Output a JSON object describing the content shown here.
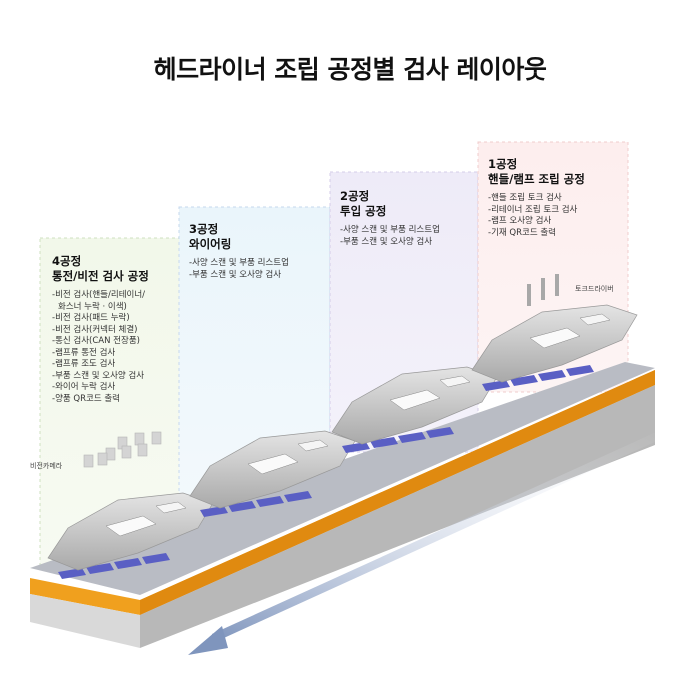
{
  "title": "헤드라이너 조립 공정별 검사 레이아웃",
  "colors": {
    "orange": "#f0a01e",
    "jig": "#5a5fc4",
    "arrow": "#7f95bd"
  },
  "stations": [
    {
      "id": "4",
      "heading1": "4공정",
      "heading2": "통전/비전 검사 공정",
      "items": [
        "-비전 검사(핸들/리테이너/",
        "화스너 누락 · 이색)",
        "-비전 검사(패드 누락)",
        "-비전 검사(커넥터 체결)",
        "-통신 검사(CAN 전장품)",
        "-램프류 통전 검사",
        "-램프류 조도 검사",
        "-부품 스캔 및 오사양 검사",
        "-와이어 누락 검사",
        "-양품 QR코드 출력"
      ],
      "device_label": "비전카메라"
    },
    {
      "id": "3",
      "heading1": "3공정",
      "heading2": "와이어링",
      "items": [
        "-사양 스캔 및 부품 리스트업",
        "-부품 스캔 및 오사양 검사"
      ]
    },
    {
      "id": "2",
      "heading1": "2공정",
      "heading2": "투입 공정",
      "items": [
        "-사양 스캔 및 부품 리스트업",
        "-부품 스캔 및 오사양 검사"
      ]
    },
    {
      "id": "1",
      "heading1": "1공정",
      "heading2": "핸들/램프 조립 공정",
      "items": [
        "-핸들 조립 토크 검사",
        "-리테이너 조립 토크 검사",
        "-램프 오사양 검사",
        "-기재 QR코드 출력"
      ],
      "device_label": "토크드라이버"
    }
  ]
}
